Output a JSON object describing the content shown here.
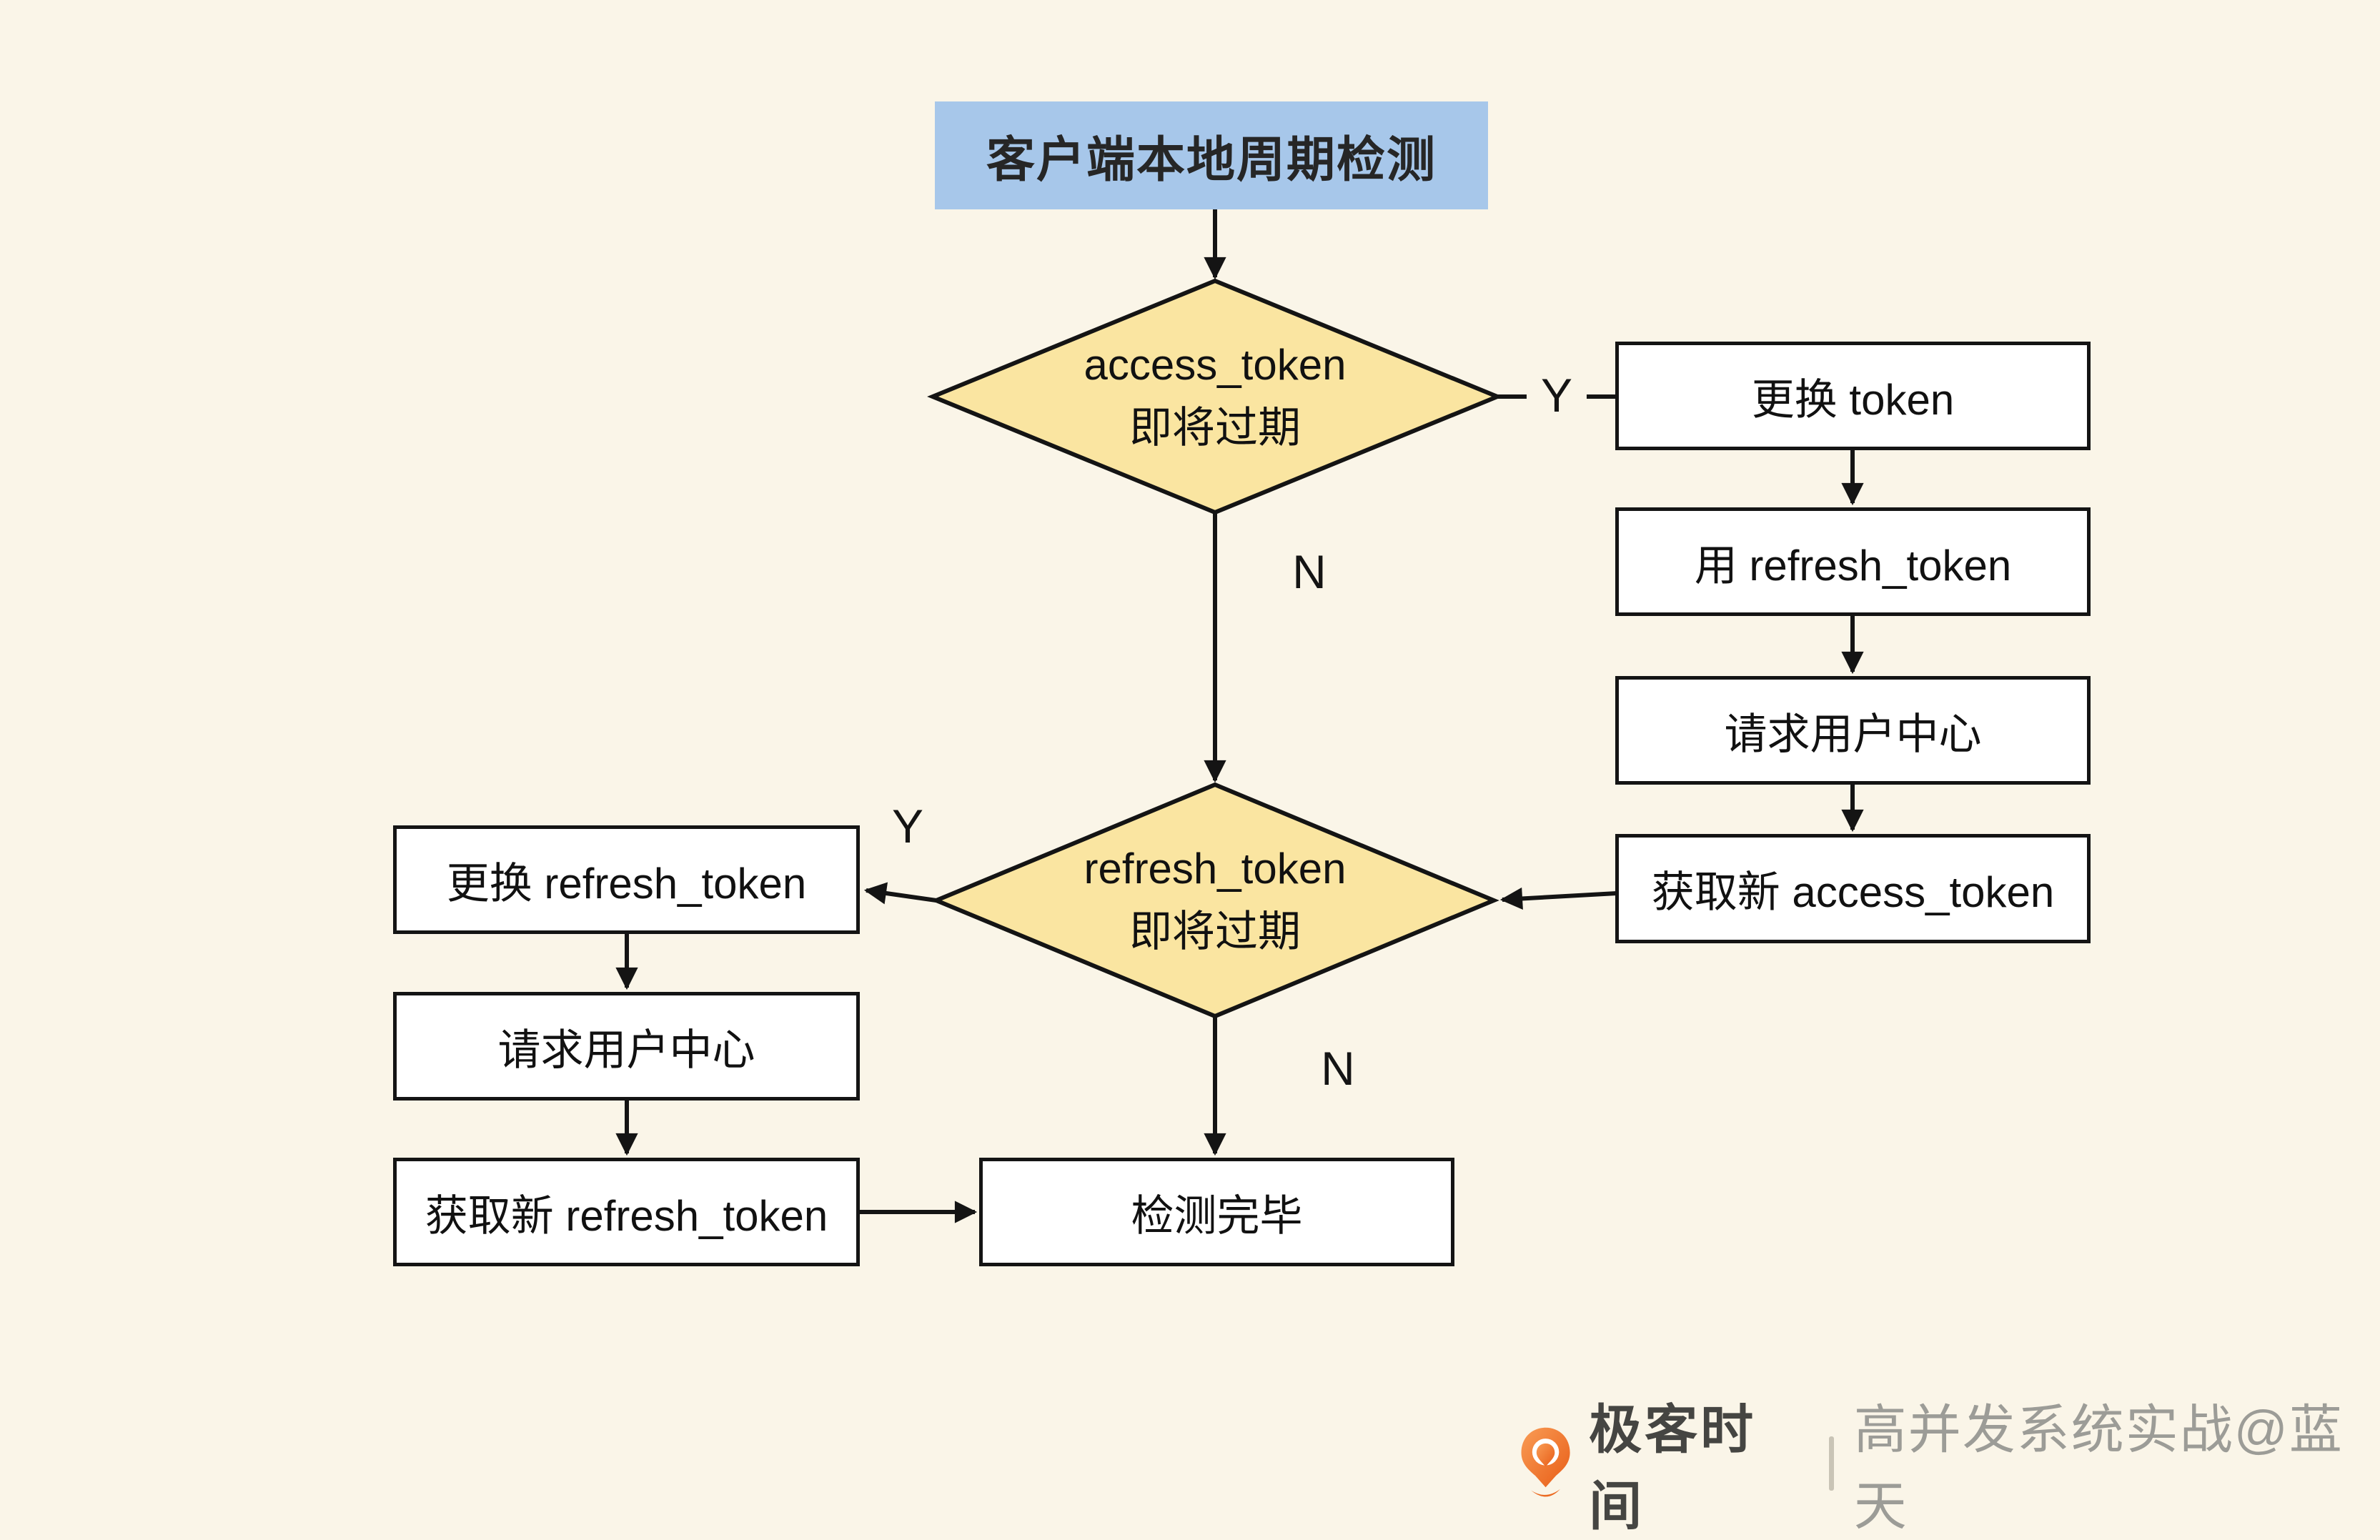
{
  "flow": {
    "start": "客户端本地周期检测",
    "decision_access": {
      "title": "access_token",
      "subtitle": "即将过期",
      "yes_label": "Y",
      "no_label": "N"
    },
    "decision_refresh": {
      "title": "refresh_token",
      "subtitle": "即将过期",
      "yes_label": "Y",
      "no_label": "N"
    },
    "right_branch": [
      "更换 token",
      "用 refresh_token",
      "请求用户中心",
      "获取新 access_token"
    ],
    "left_branch": [
      "更换 refresh_token",
      "请求用户中心",
      "获取新 refresh_token"
    ],
    "end": "检测完毕"
  },
  "footer": {
    "brand": "极客时间",
    "credit": "高并发系统实战@蓝天"
  },
  "colors": {
    "background": "#FAF5E8",
    "start_fill": "#A7C7EA",
    "decision_fill": "#FAE5A1",
    "box_fill": "#FFFFFF",
    "line": "#141414",
    "brand_orange": "#ED6A1F",
    "brand_text": "#454542",
    "credit_text": "#9C9C97"
  }
}
